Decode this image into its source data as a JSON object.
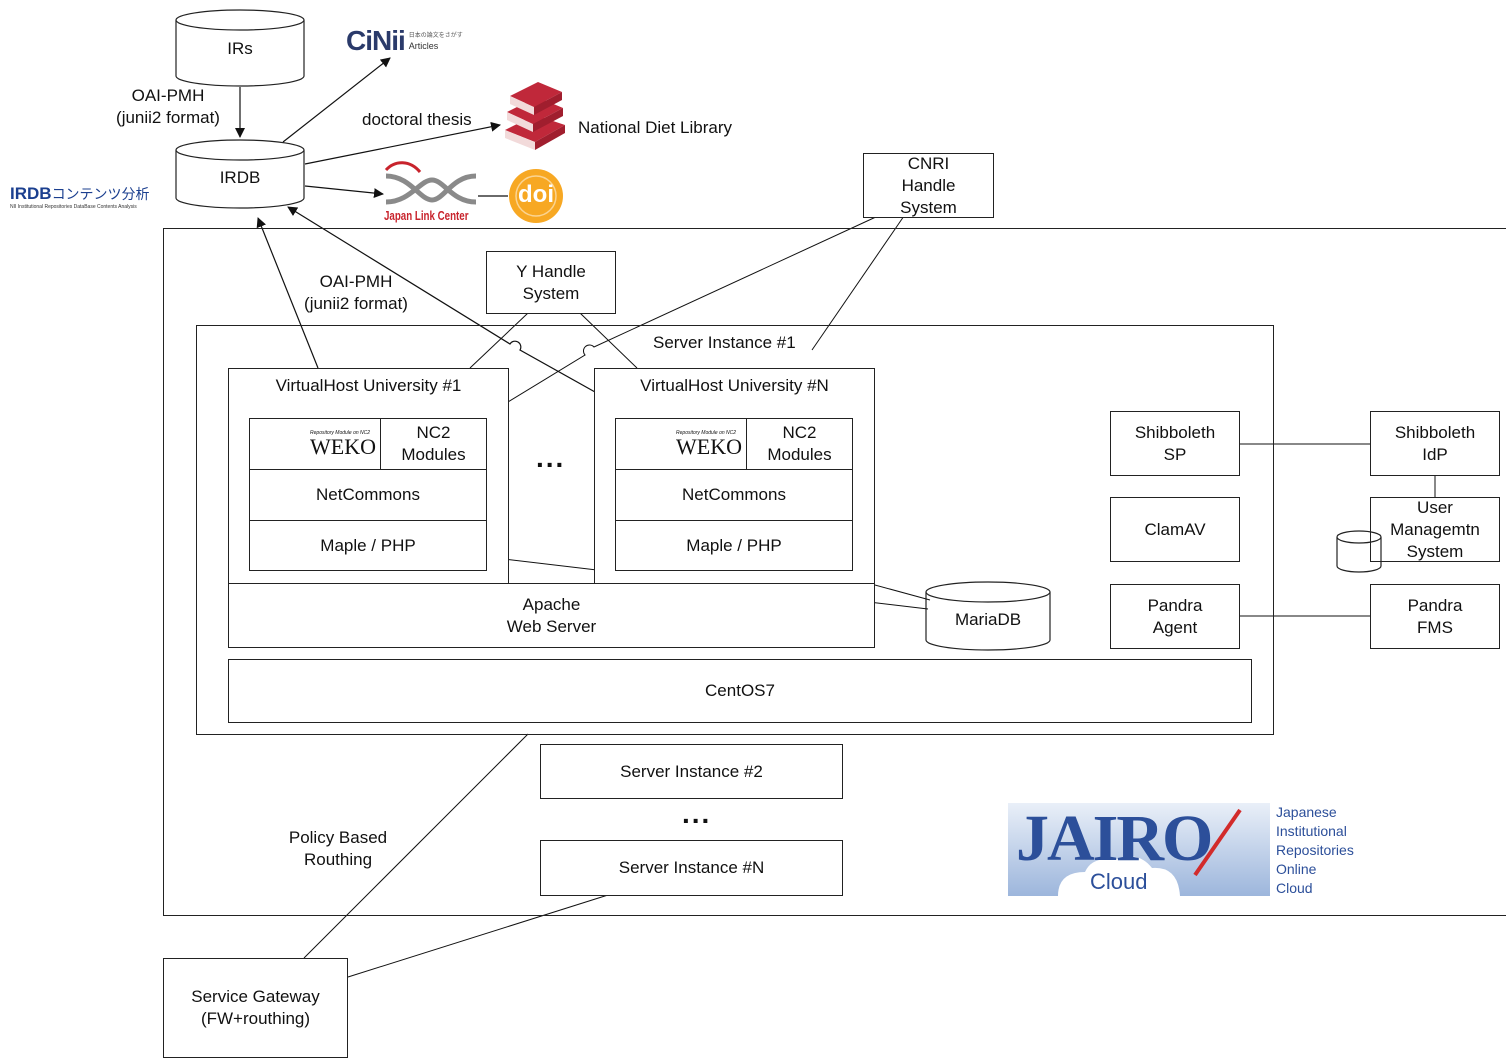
{
  "labels": {
    "irs": "IRs",
    "irdb": "IRDB",
    "oai_pmh_top": "OAI-PMH\n(junii2 format)",
    "oai_pmh_mid": "OAI-PMH\n(junii2 format)",
    "doctoral_thesis": "doctoral thesis",
    "national_diet_library": "National Diet Library",
    "cnri_handle": "CNRI\nHandle\nSystem",
    "y_handle": "Y Handle\nSystem",
    "server_instance_1": "Server Instance #1",
    "vhost_1": "VirtualHost University #1",
    "vhost_n": "VirtualHost University #N",
    "nc2_modules": "NC2\nModules",
    "netcommons": "NetCommons",
    "maple_php": "Maple / PHP",
    "apache": "Apache\nWeb Server",
    "mariadb": "MariaDB",
    "centos": "CentOS7",
    "shib_sp": "Shibboleth\nSP",
    "shib_idp": "Shibboleth\nIdP",
    "clamav": "ClamAV",
    "user_mgmt": "User\nManagemtn\nSystem",
    "pandra_agent": "Pandra\nAgent",
    "pandra_fms": "Pandra\nFMS",
    "server_instance_2": "Server Instance #2",
    "server_instance_n": "Server Instance #N",
    "ellipsis": "...",
    "policy_routing": "Policy Based\nRouthing",
    "service_gateway": "Service Gateway\n(FW+routhing)"
  },
  "logos": {
    "cinii_main": "CiNii",
    "cinii_sub_jp": "日本の論文をさがす",
    "cinii_sub": "Articles",
    "irdb_logo_main": "IRDB",
    "irdb_logo_jp": "コンテンツ分析",
    "irdb_logo_sub": "NII Institutional Repositories DataBase Contents Analysis",
    "jlc_text": "Japan Link Center",
    "doi_text": "doi",
    "weko_sub": "Repository Module on NC2",
    "weko_main": "WEKO",
    "jairo_main": "JAIRO",
    "jairo_cloud": "Cloud",
    "jairo_lines": [
      "Japanese",
      "Institutional",
      "Repositories",
      "Online",
      "Cloud"
    ]
  },
  "colors": {
    "cinii_blue": "#2a3a6a",
    "irdb_blue": "#1b3f8f",
    "book_red": "#c0283a",
    "jlc_red": "#c8232c",
    "jlc_gray": "#8a8a8a",
    "doi_orange": "#f7a823",
    "weko_green": "#5aa62e",
    "jairo_blue": "#2c4f9a",
    "jairo_red": "#d22b2b"
  }
}
